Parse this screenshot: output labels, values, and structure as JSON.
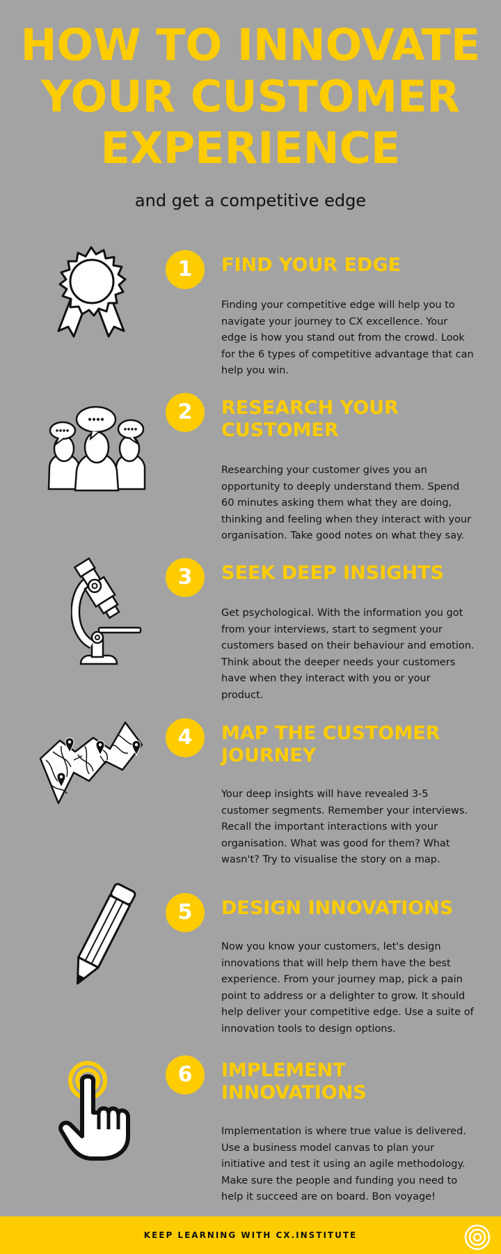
{
  "header": {
    "title_lines": [
      "HOW TO INNOVATE",
      "YOUR CUSTOMER",
      "EXPERIENCE"
    ],
    "subtitle": "and get a competitive edge"
  },
  "steps": [
    {
      "number": "1",
      "title": "FIND YOUR EDGE",
      "text": "Finding your competitive edge will help you to navigate your journey to CX excellence. Your edge is how you stand out from the crowd. Look for the 6 types of competitive advantage that can help you win.",
      "icon": "award-ribbon-icon"
    },
    {
      "number": "2",
      "title": "RESEARCH YOUR CUSTOMER",
      "text": "Researching your customer gives you an opportunity to deeply understand them. Spend 60 minutes asking them what they are doing, thinking and feeling when they interact with your organisation. Take good notes on what they say.",
      "icon": "people-chat-icon"
    },
    {
      "number": "3",
      "title": "SEEK DEEP INSIGHTS",
      "text": "Get psychological. With the information you got from your interviews, start to segment your customers based on their behaviour and emotion. Think about the deeper needs your customers have when they interact with you or your product.",
      "icon": "microscope-icon"
    },
    {
      "number": "4",
      "title": "MAP THE CUSTOMER JOURNEY",
      "text": "Your deep insights will have revealed 3-5 customer segments. Remember your interviews. Recall the important interactions with your organisation. What was good for them? What wasn't? Try to visualise the story on a map.",
      "icon": "map-pins-icon"
    },
    {
      "number": "5",
      "title": "DESIGN INNOVATIONS",
      "text": "Now you know your customers, let's design innovations that will help them have the best experience. From your journey map, pick a pain point to address or a delighter to grow. It should help deliver your competitive edge. Use a suite of innovation tools to design options.",
      "icon": "pencil-icon"
    },
    {
      "number": "6",
      "title": "IMPLEMENT INNOVATIONS",
      "text": "Implementation is where true value is delivered. Use a business model canvas to plan your initiative and test it using an agile methodology. Make sure the people and funding you need to help it succeed are on board. Bon voyage!",
      "icon": "pointing-hand-icon"
    }
  ],
  "footer": {
    "text": "KEEP LEARNING WITH CX.INSTITUTE",
    "logo_icon": "cx-institute-logo-icon"
  },
  "colors": {
    "background": "#a3a3a3",
    "accent": "#ffcc00",
    "text": "#111111"
  }
}
